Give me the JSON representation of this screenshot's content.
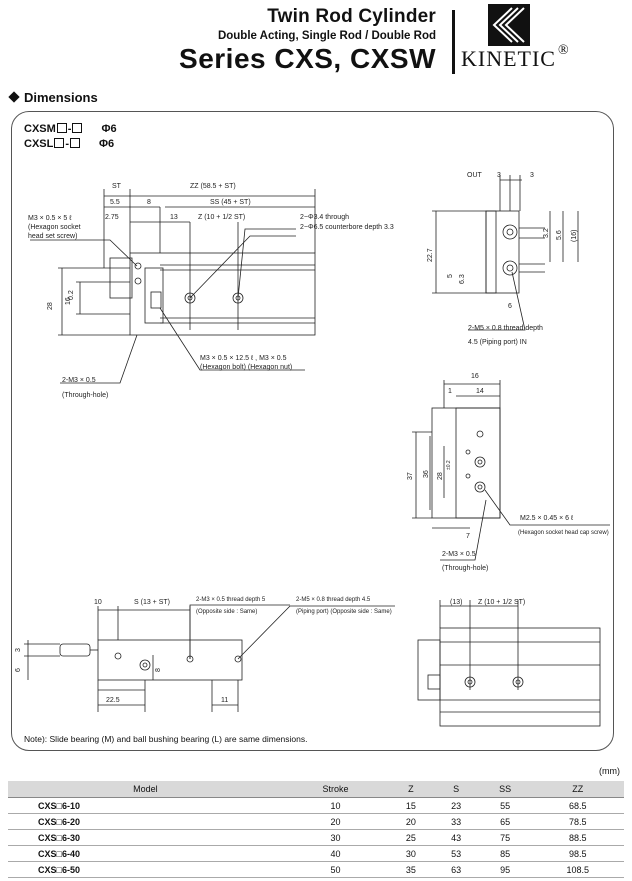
{
  "header": {
    "title_line1": "Twin Rod Cylinder",
    "title_line2": "Double Acting, Single Rod / Double Rod",
    "title_line3": "Series CXS, CXSW",
    "brand": "KINETIC",
    "registered": "®"
  },
  "section": {
    "heading": "Dimensions"
  },
  "models": [
    {
      "prefix": "CXSM",
      "sep": "-",
      "phi": "Φ6"
    },
    {
      "prefix": "CXSL",
      "sep": "-",
      "phi": "Φ6"
    }
  ],
  "drawing_labels": {
    "st": "ST",
    "zz": "ZZ (58.5 + ST)",
    "d55": "5.5",
    "d8": "8",
    "ss": "SS (45 + ST)",
    "d275": "2.75",
    "d13": "13",
    "z": "Z (10 + 1/2 ST)",
    "m3_hex": "M3 × 0.5 × 5 ℓ",
    "hex_socket": "(Hexagon socket",
    "head_set": "head set screw)",
    "thru": "2−Φ3.4 through",
    "cbore": "2−Φ6.5 counterbore depth 3.3",
    "d28": "28",
    "d02": "0.2",
    "d16": "16",
    "bolt1": "M3 × 0.5 × 12.5 ℓ , M3 × 0.5",
    "bolt2": "(Hexagon bolt)   (Hexagon nut)",
    "m3th": "2-M3 × 0.5",
    "thru_hole": "(Through-hole)",
    "out": "OUT",
    "d3a": "3",
    "d3b": "3",
    "d32": "3.2",
    "d56": "5.6",
    "d16p": "(16)",
    "d227": "22.7",
    "d5": "5",
    "d63": "6.3",
    "d6": "6",
    "m5port": "2-M5 × 0.8 thread depth",
    "m5port2": "4.5 (Piping port) IN",
    "d16b": "16",
    "d1": "1",
    "d14": "14",
    "d37": "37",
    "d36": "36",
    "d28b": "28",
    "d02b": "±0.2",
    "d7": "7",
    "m25": "M2.5 × 0.45 × 6 ℓ",
    "m25b": "(Hexagon socket head cap screw)",
    "m3b": "2-M3 × 0.5",
    "m3bb": "(Through-hole)",
    "d10": "10",
    "s": "S (13 + ST)",
    "d3c": "3",
    "d6c": "6",
    "d8c": "8",
    "d225": "22.5",
    "d11": "11",
    "m3d": "2-M3 × 0.5 thread depth 5",
    "m3d2": "(Opposite side : Same)",
    "m5d": "2-M5 × 0.8 thread depth 4.5",
    "m5d2": "(Piping port) (Opposite side : Same)",
    "d13b": "(13)",
    "zb": "Z (10 + 1/2 ST)"
  },
  "note": "Note): Slide bearing (M) and ball bushing bearing (L) are same dimensions.",
  "unit": "(mm)",
  "table": {
    "headers": [
      "Model",
      "Stroke",
      "Z",
      "S",
      "SS",
      "ZZ"
    ],
    "rows": [
      [
        "CXS□6-10",
        "10",
        "15",
        "23",
        "55",
        "68.5"
      ],
      [
        "CXS□6-20",
        "20",
        "20",
        "33",
        "65",
        "78.5"
      ],
      [
        "CXS□6-30",
        "30",
        "25",
        "43",
        "75",
        "88.5"
      ],
      [
        "CXS□6-40",
        "40",
        "30",
        "53",
        "85",
        "98.5"
      ],
      [
        "CXS□6-50",
        "50",
        "35",
        "63",
        "95",
        "108.5"
      ]
    ]
  }
}
